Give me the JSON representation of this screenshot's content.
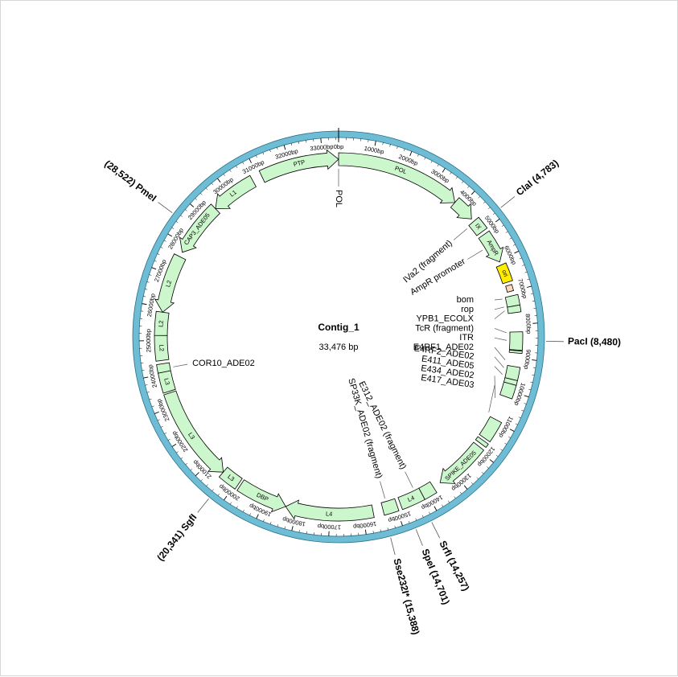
{
  "map": {
    "name": "Contig_1",
    "length_label": "33,476 bp",
    "length_bp": 33476
  },
  "colors": {
    "backbone": "#6fbcd5",
    "backbone_stroke": "#2a6f86",
    "feature_fill": "#ccf7cc",
    "ori_fill": "#ffee00",
    "promoter_fill": "#ffd7bb",
    "stroke": "#000000"
  },
  "ticks": [
    {
      "bp": 0,
      "label": "0bp"
    },
    {
      "bp": 1000,
      "label": "1000bp"
    },
    {
      "bp": 2000,
      "label": "2000bp"
    },
    {
      "bp": 3000,
      "label": "3000bp"
    },
    {
      "bp": 4000,
      "label": "4000bp"
    },
    {
      "bp": 5000,
      "label": "5000bp"
    },
    {
      "bp": 6000,
      "label": "6000bp"
    },
    {
      "bp": 7000,
      "label": "7000bp"
    },
    {
      "bp": 8000,
      "label": "8000bp"
    },
    {
      "bp": 9000,
      "label": "9000bp"
    },
    {
      "bp": 10000,
      "label": "10000bp"
    },
    {
      "bp": 11000,
      "label": "11000bp"
    },
    {
      "bp": 12000,
      "label": "12000bp"
    },
    {
      "bp": 13000,
      "label": "13000bp"
    },
    {
      "bp": 14000,
      "label": "14000bp"
    },
    {
      "bp": 15000,
      "label": "15000bp"
    },
    {
      "bp": 16000,
      "label": "16000bp"
    },
    {
      "bp": 17000,
      "label": "17000bp"
    },
    {
      "bp": 18000,
      "label": "18000bp"
    },
    {
      "bp": 19000,
      "label": "19000bp"
    },
    {
      "bp": 20000,
      "label": "20000bp"
    },
    {
      "bp": 21000,
      "label": "21000bp"
    },
    {
      "bp": 22000,
      "label": "22000bp"
    },
    {
      "bp": 23000,
      "label": "23000bp"
    },
    {
      "bp": 24000,
      "label": "24000bp"
    },
    {
      "bp": 25000,
      "label": "25000bp"
    },
    {
      "bp": 26000,
      "label": "26000bp"
    },
    {
      "bp": 27000,
      "label": "27000bp"
    },
    {
      "bp": 28000,
      "label": "28000bp"
    },
    {
      "bp": 29000,
      "label": "29000bp"
    },
    {
      "bp": 30000,
      "label": "30000bp"
    },
    {
      "bp": 31000,
      "label": "31000bp"
    },
    {
      "bp": 32000,
      "label": "32000bp"
    },
    {
      "bp": 33000,
      "label": "33000bp"
    }
  ],
  "features": [
    {
      "label": "POL",
      "start": 0,
      "end": 3800,
      "strand": 1,
      "kind": "gene"
    },
    {
      "label": "",
      "start": 3800,
      "end": 4500,
      "strand": 1,
      "kind": "gene"
    },
    {
      "label": "IX",
      "start": 4600,
      "end": 5000,
      "strand": 0,
      "kind": "gene"
    },
    {
      "label": "AmpR",
      "start": 5100,
      "end": 6050,
      "strand": 1,
      "kind": "gene"
    },
    {
      "label": "ori",
      "start": 6150,
      "end": 6700,
      "strand": 0,
      "kind": "ori"
    },
    {
      "label": "",
      "start": 6800,
      "end": 6990,
      "strand": 0,
      "kind": "promoter"
    },
    {
      "label": "",
      "start": 7130,
      "end": 7440,
      "strand": 0,
      "kind": "gene"
    },
    {
      "label": "",
      "start": 7440,
      "end": 7640,
      "strand": 0,
      "kind": "gene"
    },
    {
      "label": "",
      "start": 8220,
      "end": 8760,
      "strand": 0,
      "kind": "gene"
    },
    {
      "label": "",
      "start": 8780,
      "end": 8850,
      "strand": 0,
      "kind": "gene"
    },
    {
      "label": "",
      "start": 9260,
      "end": 9650,
      "strand": 0,
      "kind": "gene"
    },
    {
      "label": "",
      "start": 9650,
      "end": 9790,
      "strand": 0,
      "kind": "gene"
    },
    {
      "label": "",
      "start": 9790,
      "end": 10200,
      "strand": 0,
      "kind": "gene"
    },
    {
      "label": "",
      "start": 10950,
      "end": 11600,
      "strand": 0,
      "kind": "gene"
    },
    {
      "label": "",
      "start": 11680,
      "end": 11800,
      "strand": 0,
      "kind": "gene"
    },
    {
      "label": "SPIKE_ADE05",
      "start": 11900,
      "end": 13500,
      "strand": 1,
      "kind": "gene"
    },
    {
      "label": "",
      "start": 13740,
      "end": 14140,
      "strand": 0,
      "kind": "gene"
    },
    {
      "label": "L4",
      "start": 14140,
      "end": 14850,
      "strand": 0,
      "kind": "gene"
    },
    {
      "label": "",
      "start": 14960,
      "end": 15400,
      "strand": 0,
      "kind": "gene"
    },
    {
      "label": "L4",
      "start": 15700,
      "end": 18350,
      "strand": 1,
      "kind": "gene"
    },
    {
      "label": "DBP",
      "start": 18350,
      "end": 19850,
      "strand": -1,
      "kind": "gene"
    },
    {
      "label": "L3",
      "start": 19920,
      "end": 20500,
      "strand": 0,
      "kind": "gene"
    },
    {
      "label": "L3",
      "start": 20500,
      "end": 23400,
      "strand": -1,
      "kind": "gene"
    },
    {
      "label": "L3",
      "start": 23450,
      "end": 24050,
      "strand": 0,
      "kind": "gene"
    },
    {
      "label": "",
      "start": 24050,
      "end": 24300,
      "strand": 0,
      "kind": "gene"
    },
    {
      "label": "L2",
      "start": 24400,
      "end": 25150,
      "strand": 0,
      "kind": "gene"
    },
    {
      "label": "L2",
      "start": 25150,
      "end": 25850,
      "strand": 0,
      "kind": "gene"
    },
    {
      "label": "L2",
      "start": 25850,
      "end": 27600,
      "strand": -1,
      "kind": "gene"
    },
    {
      "label": "CAP3_ADE05",
      "start": 27750,
      "end": 29400,
      "strand": -1,
      "kind": "gene"
    },
    {
      "label": "L1",
      "start": 29400,
      "end": 30800,
      "strand": -1,
      "kind": "gene"
    },
    {
      "label": "PTP",
      "start": 31100,
      "end": 33476,
      "strand": 1,
      "kind": "gene"
    }
  ],
  "callouts": [
    {
      "label": "POL",
      "bp": 33476,
      "placement": "radial-inner"
    },
    {
      "label": "IVa2 (fragment)",
      "bp": 4640,
      "placement": "radial-inner"
    },
    {
      "label": "AmpR promoter",
      "bp": 5480,
      "placement": "radial-inner"
    },
    {
      "label": "bom",
      "bp": 7160,
      "placement": "list"
    },
    {
      "label": "rop",
      "bp": 7420,
      "placement": "list"
    },
    {
      "label": "YPB1_ECOLX",
      "bp": 7540,
      "placement": "list"
    },
    {
      "label": "TcR (fragment)",
      "bp": 8240,
      "placement": "list"
    },
    {
      "label": "ITR",
      "bp": 8480,
      "placement": "list"
    },
    {
      "label": "E4RF1_ADE02",
      "bp": 9100,
      "placement": "list"
    },
    {
      "label": "E4RF2_ADE02",
      "bp": 9350,
      "placement": "list"
    },
    {
      "label": "E411_ADE05",
      "bp": 9570,
      "placement": "list"
    },
    {
      "label": "E434_ADE02",
      "bp": 10350,
      "placement": "list"
    },
    {
      "label": "E417_ADE03",
      "bp": 10850,
      "placement": "list"
    },
    {
      "label": "E312_ADE02 (fragment)",
      "bp": 14300,
      "placement": "radial-inner"
    },
    {
      "label": "SP33K_ADE02 (fragment)",
      "bp": 15250,
      "placement": "radial-inner"
    },
    {
      "label": "COR10_ADE02",
      "bp": 24150,
      "placement": "horizontal"
    }
  ],
  "sites": [
    {
      "label": "ClaI (4,783)",
      "bp": 4783
    },
    {
      "label": "PacI (8,480)",
      "bp": 8480
    },
    {
      "label": "SrfI (14,257)",
      "bp": 14257
    },
    {
      "label": "SpeI (14,701)",
      "bp": 14701
    },
    {
      "label": "Sse232I* (15,388)",
      "bp": 15388
    },
    {
      "label": "(20,341) SgfI",
      "bp": 20341
    },
    {
      "label": "(28,522) PmeI",
      "bp": 28522
    }
  ]
}
